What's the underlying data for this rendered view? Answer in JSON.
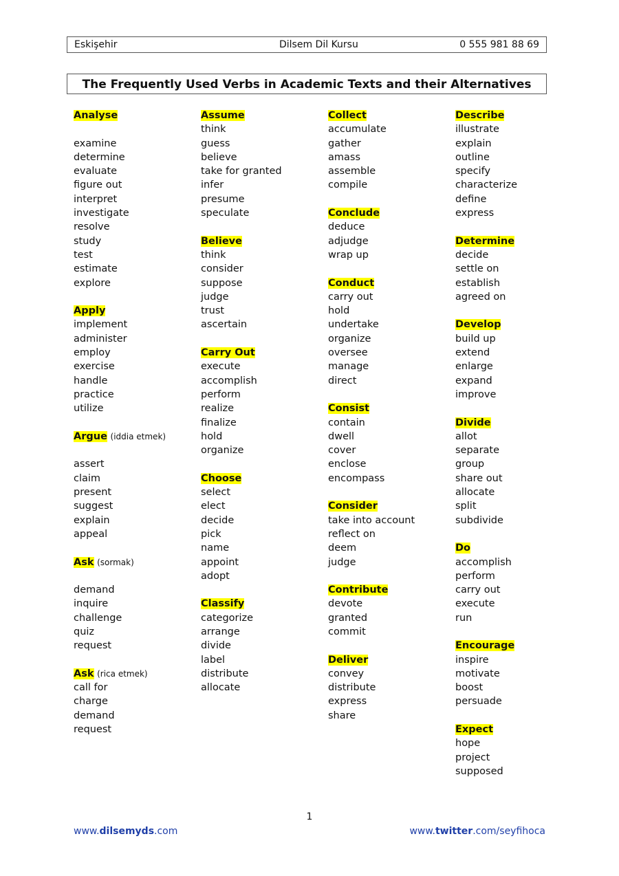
{
  "header": {
    "left": "Eskişehir",
    "center": "Dilsem Dil Kursu",
    "right": "0 555 981 88 69"
  },
  "title": "The Frequently Used Verbs in Academic Texts and their Alternatives",
  "columns": [
    [
      {
        "head": "Analyse",
        "note": "",
        "gap": false,
        "words": [
          "",
          "examine",
          "determine",
          "evaluate",
          "figure out",
          "interpret",
          "investigate",
          "resolve",
          "study",
          "test",
          "estimate",
          "explore"
        ]
      },
      {
        "head": "Apply",
        "note": "",
        "gap": true,
        "words": [
          "implement",
          "administer",
          "employ",
          "exercise",
          "handle",
          "practice",
          "utilize"
        ]
      },
      {
        "head": "Argue",
        "note": "(iddia etmek)",
        "gap": true,
        "words": [
          "",
          "assert",
          "claim",
          "present",
          "suggest",
          "explain",
          "appeal"
        ]
      },
      {
        "head": "Ask",
        "note": "(sormak)",
        "gap": true,
        "words": [
          "",
          "demand",
          "inquire",
          "challenge",
          "quiz",
          "request"
        ]
      },
      {
        "head": "Ask",
        "note": "(rica etmek)",
        "gap": true,
        "words": [
          "call for",
          "charge",
          "demand",
          "request"
        ]
      }
    ],
    [
      {
        "head": "Assume",
        "note": "",
        "gap": false,
        "words": [
          "think",
          "guess",
          "believe",
          "take for granted",
          "infer",
          "presume",
          "speculate"
        ]
      },
      {
        "head": "Believe",
        "note": "",
        "gap": true,
        "words": [
          "think",
          "consider",
          "suppose",
          "judge",
          "trust",
          "ascertain"
        ]
      },
      {
        "head": "Carry Out",
        "note": "",
        "gap": true,
        "words": [
          "execute",
          "accomplish",
          "perform",
          "realize",
          "finalize",
          "hold",
          "organize"
        ]
      },
      {
        "head": "Choose",
        "note": "",
        "gap": true,
        "words": [
          "select",
          "elect",
          "decide",
          "pick",
          "name",
          "appoint",
          "adopt"
        ]
      },
      {
        "head": "Classify",
        "note": "",
        "gap": true,
        "words": [
          "categorize",
          "arrange",
          "divide",
          "label",
          "distribute",
          "allocate"
        ]
      }
    ],
    [
      {
        "head": "Collect",
        "note": "",
        "gap": false,
        "words": [
          "accumulate",
          "gather",
          "amass",
          "assemble",
          "compile"
        ]
      },
      {
        "head": "Conclude",
        "note": "",
        "gap": true,
        "words": [
          "deduce",
          "adjudge",
          "wrap up"
        ]
      },
      {
        "head": "Conduct",
        "note": "",
        "gap": true,
        "words": [
          "carry out",
          "hold",
          "undertake",
          "organize",
          "oversee",
          "manage",
          "direct"
        ]
      },
      {
        "head": "Consist",
        "note": "",
        "gap": true,
        "words": [
          "contain",
          "dwell",
          "cover",
          "enclose",
          "encompass"
        ]
      },
      {
        "head": "Consider",
        "note": "",
        "gap": true,
        "words": [
          "take into account",
          "reflect on",
          "deem",
          "judge"
        ]
      },
      {
        "head": "Contribute",
        "note": "",
        "gap": true,
        "words": [
          "devote",
          "granted",
          "commit"
        ]
      },
      {
        "head": "Deliver",
        "note": "",
        "gap": true,
        "words": [
          "convey",
          "distribute",
          "express",
          "share"
        ]
      }
    ],
    [
      {
        "head": "Describe",
        "note": "",
        "gap": false,
        "words": [
          "illustrate",
          "explain",
          "outline",
          "specify",
          "characterize",
          "define",
          "express"
        ]
      },
      {
        "head": "Determine",
        "note": "",
        "gap": true,
        "words": [
          "decide",
          "settle on",
          "establish",
          "agreed on"
        ]
      },
      {
        "head": "Develop",
        "note": "",
        "gap": true,
        "words": [
          "build up",
          "extend",
          "enlarge",
          "expand",
          "improve"
        ]
      },
      {
        "head": "Divide",
        "note": "",
        "gap": true,
        "words": [
          "allot",
          "separate",
          "group",
          "share out",
          "allocate",
          "split",
          "subdivide"
        ]
      },
      {
        "head": "Do",
        "note": "",
        "gap": true,
        "words": [
          "accomplish",
          "perform",
          "carry out",
          "execute",
          "run"
        ]
      },
      {
        "head": "Encourage",
        "note": "",
        "gap": true,
        "words": [
          "inspire",
          "motivate",
          "boost",
          "persuade"
        ]
      },
      {
        "head": "Expect",
        "note": "",
        "gap": true,
        "words": [
          "hope",
          "project",
          "supposed"
        ]
      }
    ]
  ],
  "page_number": "1",
  "footer": {
    "left_pre": "www.",
    "left_bold": "dilsemyds",
    "left_post": ".com",
    "right_pre": "www.",
    "right_bold": "twitter",
    "right_post": ".com/seyfihoca"
  }
}
